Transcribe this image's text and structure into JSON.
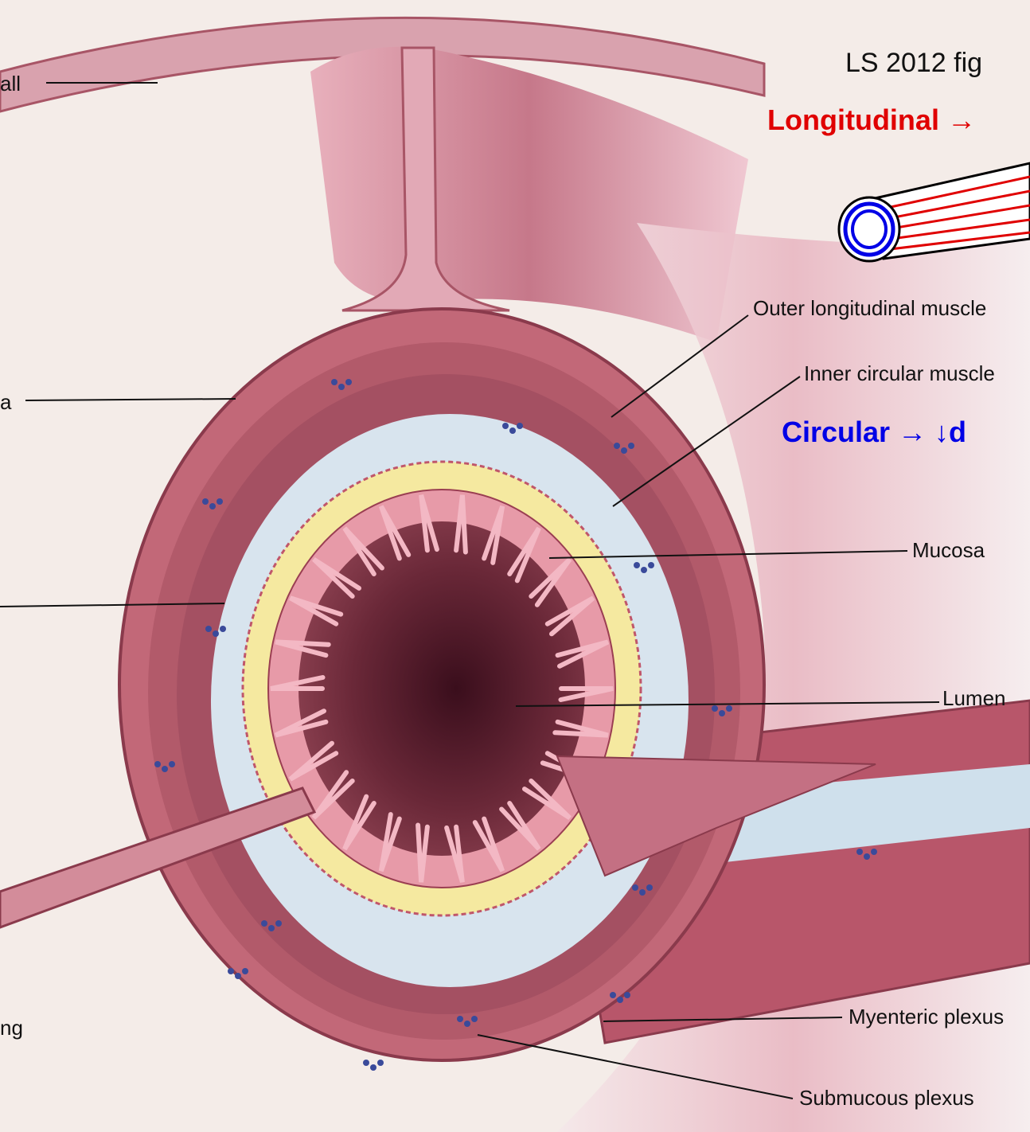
{
  "title": "LS 2012 fig",
  "annotations": {
    "longitudinal": "Longitudinal →",
    "circular": "Circular → ↓d"
  },
  "labels": {
    "wall": "all",
    "serosa": "a",
    "outer_longitudinal": "Outer longitudinal muscle",
    "inner_circular": "Inner circular muscle",
    "mucosa": "Mucosa",
    "lumen": "Lumen",
    "lining": "ng",
    "myenteric": "Myenteric plexus",
    "submucous": "Submucous plexus"
  },
  "colors": {
    "background": "#f4ece8",
    "outer_tissue": "#b8566a",
    "muscle": "#b0606a",
    "submucosa": "#d8e4ee",
    "mucosa_yellow": "#f5e9a0",
    "lumen_dark": "#5a1f30",
    "accent_red": "#e00000",
    "accent_blue": "#0000e6"
  }
}
